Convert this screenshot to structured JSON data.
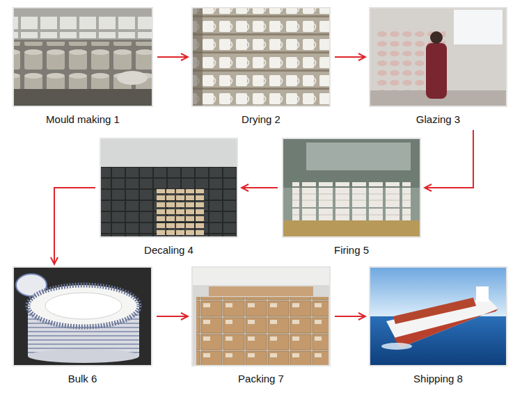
{
  "diagram": {
    "nodes": [
      {
        "text": [
          "Mould making 1"
        ]
      },
      {
        "text": [
          "Drying 2"
        ]
      },
      {
        "text": [
          "Glazing 3"
        ]
      },
      {
        "text": [
          "Decaling 4"
        ]
      },
      {
        "text": [
          "Firing 5"
        ]
      },
      {
        "text": [
          "Bulk 6"
        ]
      },
      {
        "text": [
          "Packing 7"
        ]
      },
      {
        "text": [
          "Shipping 8"
        ]
      }
    ],
    "edges": [
      {
        "from": 0,
        "to": 1,
        "arrow": "to"
      },
      {
        "from": 1,
        "to": 2,
        "arrow": "to"
      },
      {
        "from": 2,
        "to": 4,
        "arrow": "to"
      },
      {
        "from": 4,
        "to": 3,
        "arrow": "to"
      },
      {
        "from": 3,
        "to": 5,
        "arrow": "to"
      },
      {
        "from": 5,
        "to": 6,
        "arrow": "to"
      },
      {
        "from": 6,
        "to": 7,
        "arrow": "to"
      }
    ]
  }
}
